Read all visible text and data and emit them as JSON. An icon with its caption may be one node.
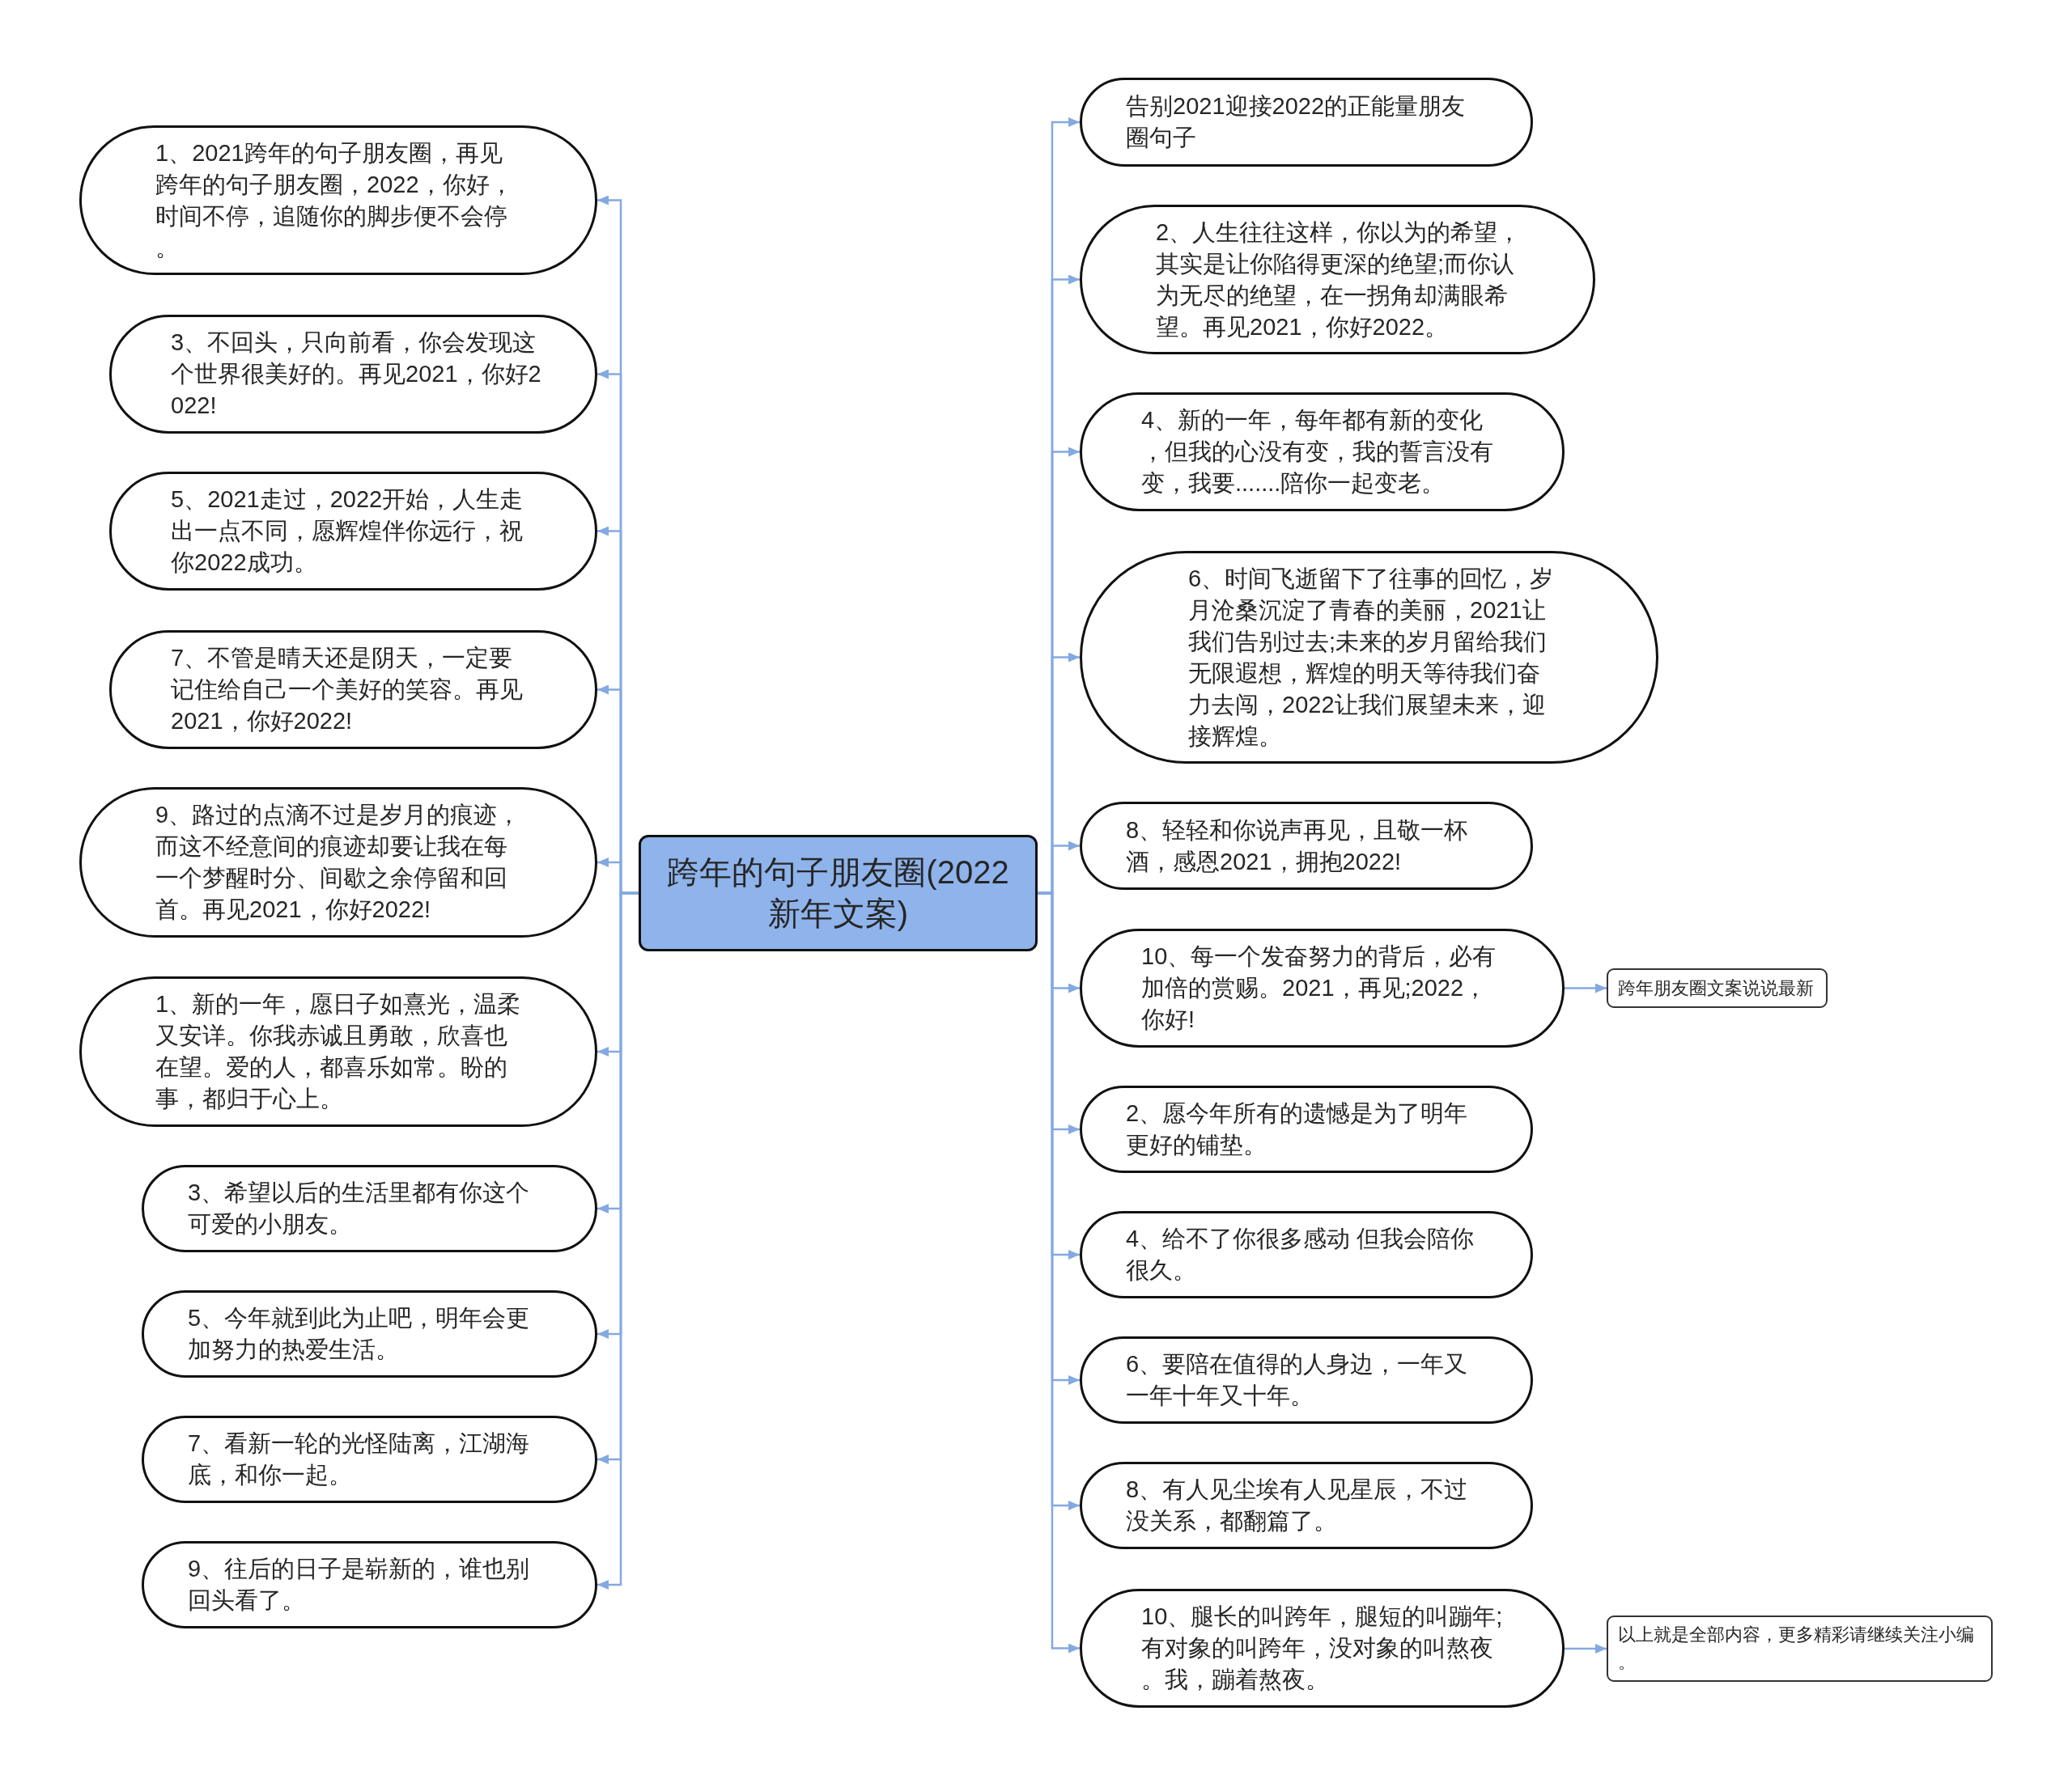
{
  "diagram": {
    "nodes": [
      {
        "text": [
          "跨年的句子朋友圈(2022新年文案)"
        ]
      },
      {
        "text": [
          "1、2021跨年的句子朋友圈，再见跨年的句子朋友圈，2022，你好，时间不停，追随你的脚步便不会停。"
        ]
      },
      {
        "text": [
          "3、不回头，只向前看，你会发现这个世界很美好的。再见2021，你好2022!"
        ]
      },
      {
        "text": [
          "5、2021走过，2022开始，人生走出一点不同，愿辉煌伴你远行，祝你2022成功。"
        ]
      },
      {
        "text": [
          "7、不管是晴天还是阴天，一定要记住给自己一个美好的笑容。再见2021，你好2022!"
        ]
      },
      {
        "text": [
          "9、路过的点滴不过是岁月的痕迹，而这不经意间的痕迹却要让我在每一个梦醒时分、间歇之余停留和回首。再见2021，你好2022!"
        ]
      },
      {
        "text": [
          "1、新的一年，愿日子如熹光，温柔又安详。你我赤诚且勇敢，欣喜也在望。爱的人，都喜乐如常。盼的事，都归于心上。"
        ]
      },
      {
        "text": [
          "3、希望以后的生活里都有你这个可爱的小朋友。"
        ]
      },
      {
        "text": [
          "5、今年就到此为止吧，明年会更加努力的热爱生活。"
        ]
      },
      {
        "text": [
          "7、看新一轮的光怪陆离，江湖海底，和你一起。"
        ]
      },
      {
        "text": [
          "9、往后的日子是崭新的，谁也别回头看了。"
        ]
      },
      {
        "text": [
          "告别2021迎接2022的正能量朋友圈句子"
        ]
      },
      {
        "text": [
          "2、人生往往这样，你以为的希望，其实是让你陷得更深的绝望;而你认为无尽的绝望，在一拐角却满眼希望。再见2021，你好2022。"
        ]
      },
      {
        "text": [
          "4、新的一年，每年都有新的变化，但我的心没有变，我的誓言没有变，我要.......陪你一起变老。"
        ]
      },
      {
        "text": [
          "6、时间飞逝留下了往事的回忆，岁月沧桑沉淀了青春的美丽，2021让我们告别过去;未来的岁月留给我们无限遐想，辉煌的明天等待我们奋力去闯，2022让我们展望未来，迎接辉煌。"
        ]
      },
      {
        "text": [
          "8、轻轻和你说声再见，且敬一杯酒，感恩2021，拥抱2022!"
        ]
      },
      {
        "text": [
          "10、每一个发奋努力的背后，必有加倍的赏赐。2021，再见;2022，你好!"
        ]
      },
      {
        "text": [
          "跨年朋友圈文案说说最新"
        ]
      },
      {
        "text": [
          "2、愿今年所有的遗憾是为了明年更好的铺垫。"
        ]
      },
      {
        "text": [
          "4、给不了你很多感动 但我会陪你很久。"
        ]
      },
      {
        "text": [
          "6、要陪在值得的人身边，一年又一年十年又十年。"
        ]
      },
      {
        "text": [
          "8、有人见尘埃有人见星辰，不过没关系，都翻篇了。"
        ]
      },
      {
        "text": [
          "10、腿长的叫跨年，腿短的叫蹦年;有对象的叫跨年，没对象的叫熬夜。我，蹦着熬夜。"
        ]
      },
      {
        "text": [
          "以上就是全部内容，更多精彩请继续关注小编。"
        ]
      }
    ],
    "edges": [
      {
        "from": 0,
        "to": 1,
        "arrow": "to"
      },
      {
        "from": 0,
        "to": 2,
        "arrow": "to"
      },
      {
        "from": 0,
        "to": 3,
        "arrow": "to"
      },
      {
        "from": 0,
        "to": 4,
        "arrow": "to"
      },
      {
        "from": 0,
        "to": 5,
        "arrow": "to"
      },
      {
        "from": 0,
        "to": 6,
        "arrow": "to"
      },
      {
        "from": 0,
        "to": 7,
        "arrow": "to"
      },
      {
        "from": 0,
        "to": 8,
        "arrow": "to"
      },
      {
        "from": 0,
        "to": 9,
        "arrow": "to"
      },
      {
        "from": 0,
        "to": 10,
        "arrow": "to"
      },
      {
        "from": 0,
        "to": 11,
        "arrow": "to"
      },
      {
        "from": 0,
        "to": 12,
        "arrow": "to"
      },
      {
        "from": 0,
        "to": 13,
        "arrow": "to"
      },
      {
        "from": 0,
        "to": 14,
        "arrow": "to"
      },
      {
        "from": 0,
        "to": 15,
        "arrow": "to"
      },
      {
        "from": 0,
        "to": 16,
        "arrow": "to"
      },
      {
        "from": 16,
        "to": 17,
        "arrow": "to"
      },
      {
        "from": 0,
        "to": 18,
        "arrow": "to"
      },
      {
        "from": 0,
        "to": 19,
        "arrow": "to"
      },
      {
        "from": 0,
        "to": 20,
        "arrow": "to"
      },
      {
        "from": 0,
        "to": 21,
        "arrow": "to"
      },
      {
        "from": 0,
        "to": 22,
        "arrow": "to"
      },
      {
        "from": 22,
        "to": 23,
        "arrow": "to"
      }
    ]
  }
}
